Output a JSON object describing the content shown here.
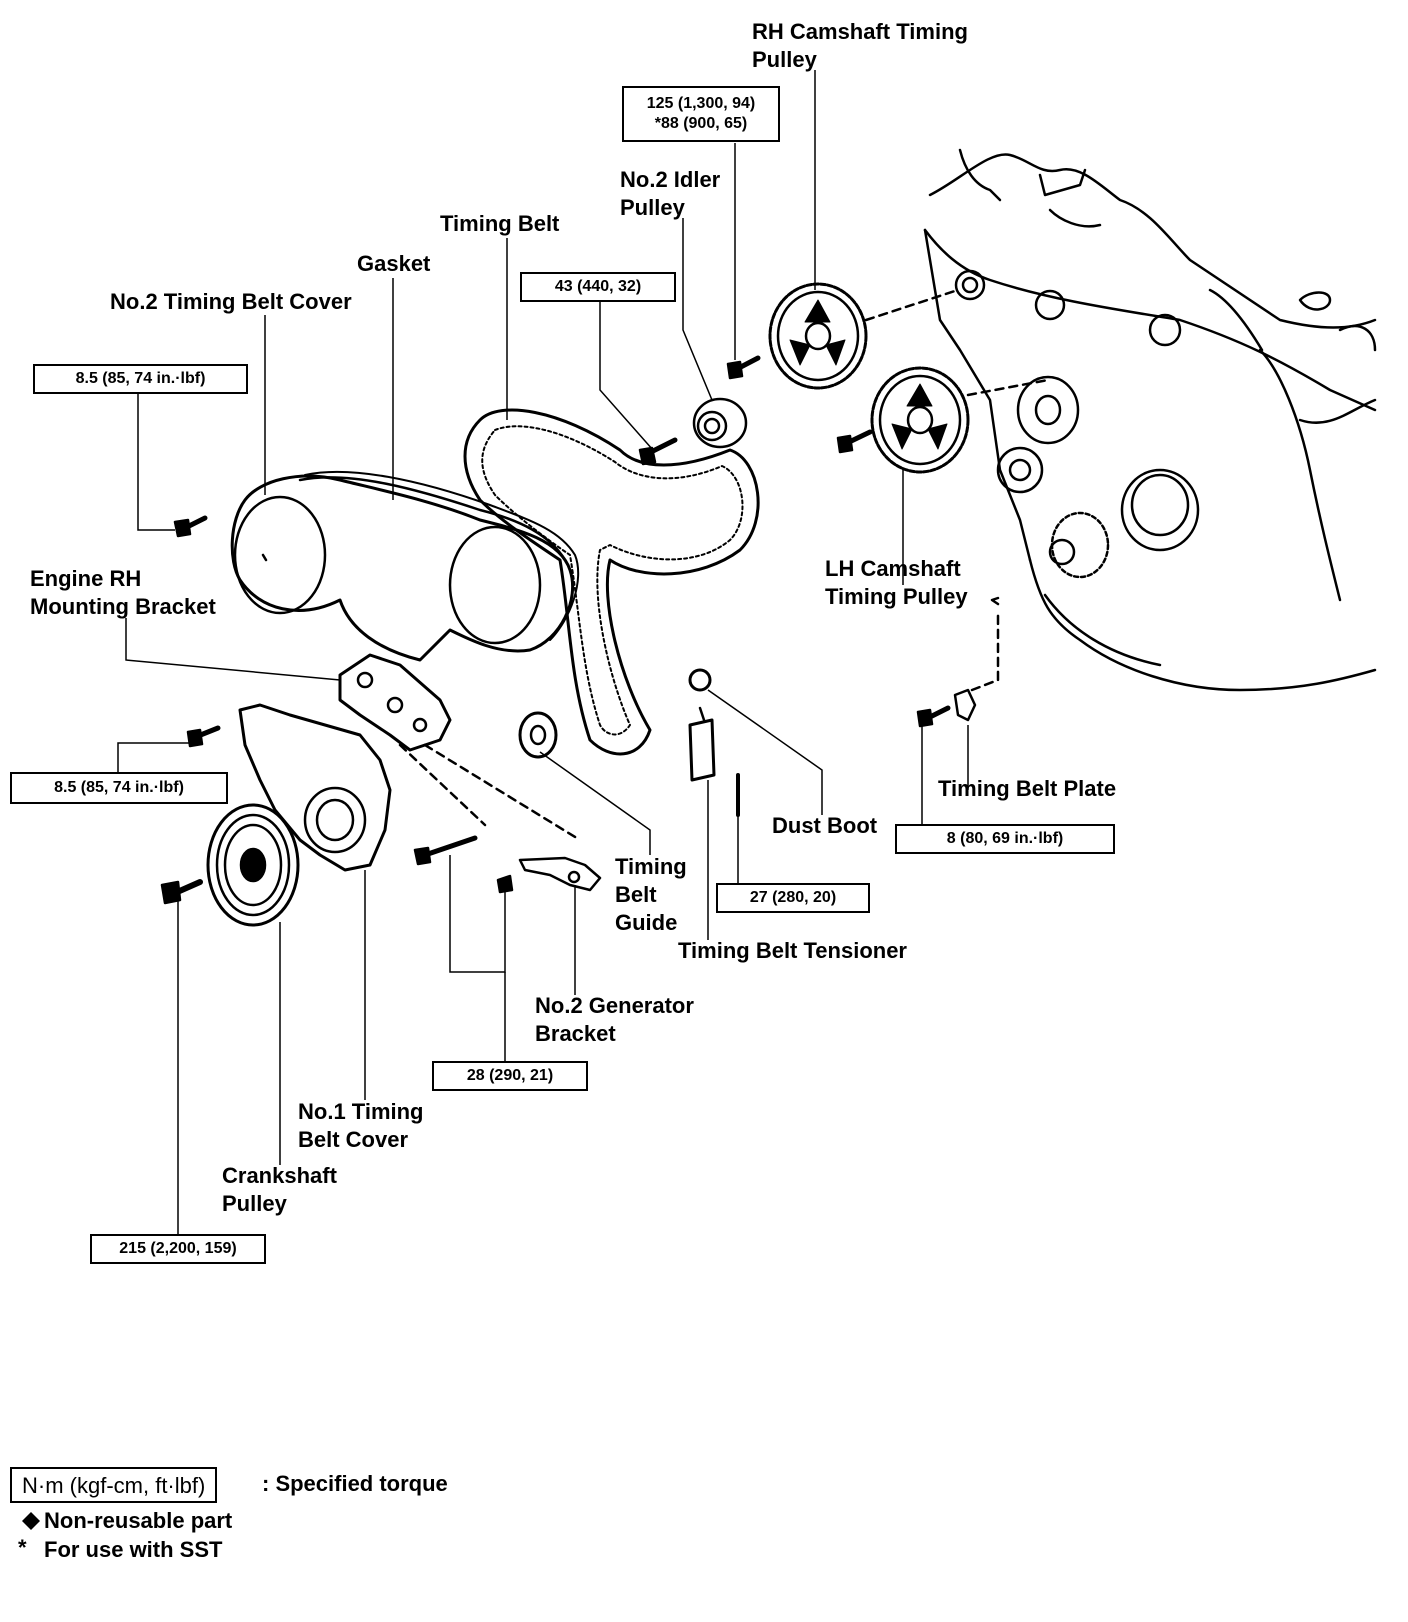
{
  "labels": {
    "rh_camshaft_pulley": [
      "RH Camshaft Timing",
      "Pulley"
    ],
    "no2_idler_pulley": [
      "No.2 Idler",
      "Pulley"
    ],
    "timing_belt": "Timing Belt",
    "gasket": "Gasket",
    "no2_timing_belt_cover": "No.2 Timing Belt Cover",
    "engine_rh_mounting_bracket": [
      "Engine RH",
      "Mounting Bracket"
    ],
    "lh_camshaft_pulley": [
      "LH Camshaft",
      "Timing Pulley"
    ],
    "timing_belt_plate": "Timing Belt Plate",
    "dust_boot": "Dust Boot",
    "timing_belt_guide": [
      "Timing",
      "Belt",
      "Guide"
    ],
    "timing_belt_tensioner": "Timing Belt Tensioner",
    "no2_generator_bracket": [
      "No.2 Generator",
      "Bracket"
    ],
    "no1_timing_belt_cover": [
      "No.1 Timing",
      "Belt Cover"
    ],
    "crankshaft_pulley": [
      "Crankshaft",
      "Pulley"
    ]
  },
  "torques": {
    "rh_camshaft_bolt": [
      "125 (1,300, 94)",
      "*88 (900, 65)"
    ],
    "idler_bolt": "43 (440, 32)",
    "no2_cover_bolt": "8.5 (85, 74 in.·lbf)",
    "no1_cover_bolt": "8.5 (85, 74 in.·lbf)",
    "belt_plate_bolt": "8 (80, 69 in.·lbf)",
    "tensioner_bolt": "27 (280, 20)",
    "generator_bracket_bolt": "28 (290, 21)",
    "crankshaft_bolt": "215 (2,200, 159)"
  },
  "legend": {
    "torque_unit": "N·m (kgf-cm, ft·lbf)",
    "torque_desc": ": Specified torque",
    "non_reusable": "Non-reusable part",
    "sst": "For use with SST"
  }
}
